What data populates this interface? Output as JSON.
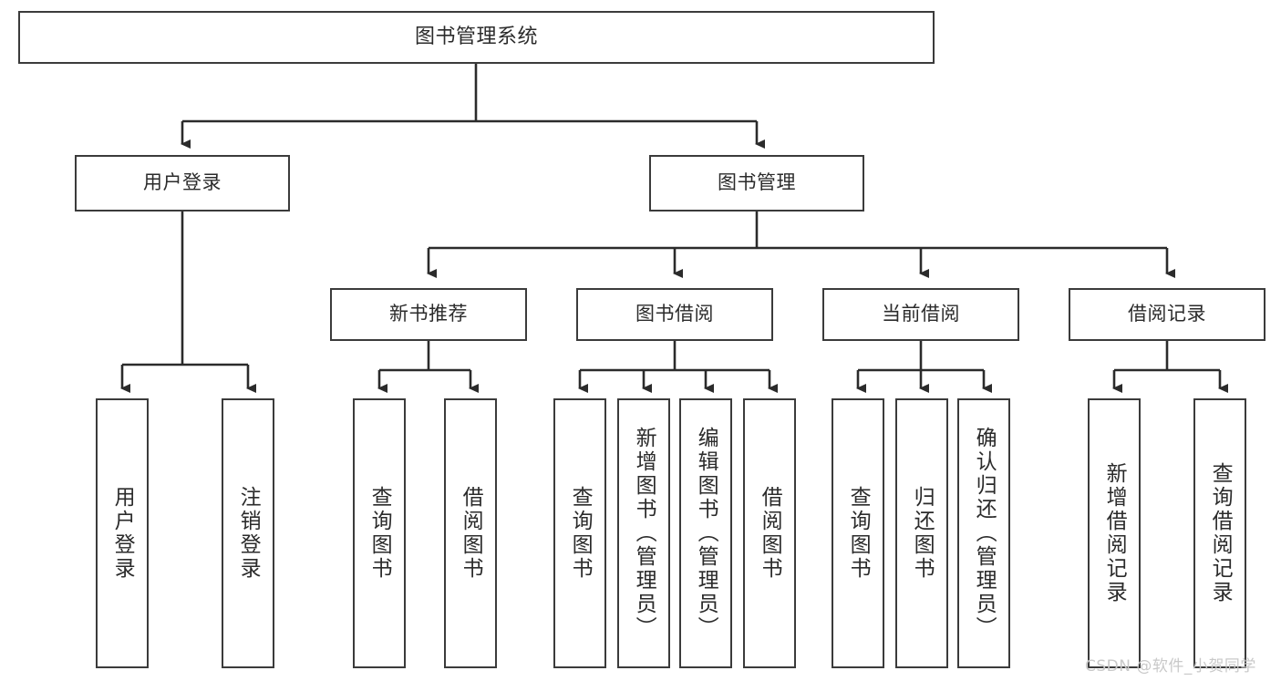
{
  "diagram": {
    "title": "图书管理系统",
    "type": "tree-hierarchy",
    "watermark": "CSDN @软件_小贺同学",
    "colors": {
      "box_border": "#3b3b3b",
      "box_fill": "#ffffff",
      "connector": "#2b2b2b",
      "text": "#2b2b2b",
      "watermark": "#c9c9c9"
    },
    "root": {
      "label": "图书管理系统"
    },
    "level2": [
      {
        "label": "用户登录"
      },
      {
        "label": "图书管理"
      }
    ],
    "level3": [
      {
        "label": "新书推荐"
      },
      {
        "label": "图书借阅"
      },
      {
        "label": "当前借阅"
      },
      {
        "label": "借阅记录"
      }
    ],
    "leaves": {
      "user_login": [
        {
          "label": "用户登录"
        },
        {
          "label": "注销登录"
        }
      ],
      "new_book_recommend": [
        {
          "label": "查询图书"
        },
        {
          "label": "借阅图书"
        }
      ],
      "book_borrow": [
        {
          "label": "查询图书"
        },
        {
          "label": "新增图书（管理员）"
        },
        {
          "label": "编辑图书（管理员）"
        },
        {
          "label": "借阅图书"
        }
      ],
      "current_borrow": [
        {
          "label": "查询图书"
        },
        {
          "label": "归还图书"
        },
        {
          "label": "确认归还（管理员）"
        }
      ],
      "borrow_records": [
        {
          "label": "新增借阅记录"
        },
        {
          "label": "查询借阅记录"
        }
      ]
    }
  }
}
